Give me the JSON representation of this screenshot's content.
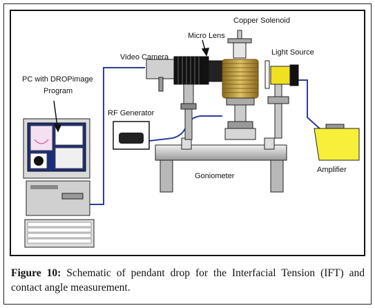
{
  "labels": {
    "copper_solenoid": "Copper Solenoid",
    "micro_lens": "Micro Lens",
    "video_camera": "Video Camera",
    "light_source": "Light Source",
    "pc_line1": "PC with DROPimage",
    "pc_line2": "Program",
    "rf_generator": "RF Generator",
    "goniometer": "Goniometer",
    "amplifier": "Amplifier"
  },
  "caption": {
    "figure_label": "Figure 10:",
    "text": "Schematic of pendant drop for the Interfacial Tension (IFT) and contact angle measurement."
  },
  "colors": {
    "cable": "#2c3e9a",
    "solenoid": "#c8a040",
    "light_source": "#f0e020",
    "amplifier": "#f7ef3a",
    "metal": "#c9c9c9"
  }
}
